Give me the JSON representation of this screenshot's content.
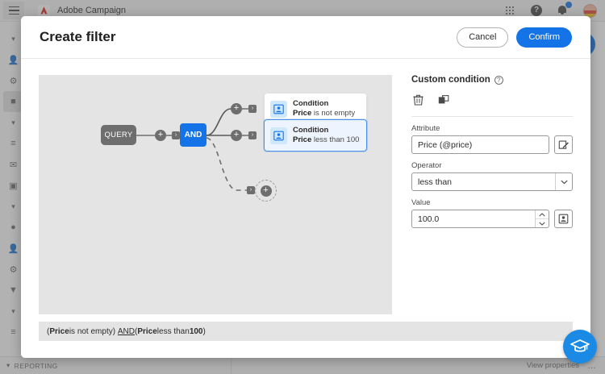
{
  "topbar": {
    "menu_icon": "hamburger-icon",
    "brand_icon": "adobe-logo",
    "app_title": "Adobe Campaign",
    "apps_icon": "grid-apps-icon",
    "help_icon": "help-circle-icon",
    "notifications_icon": "bell-icon",
    "avatar_icon": "user-avatar"
  },
  "bottombar": {
    "left_label": "REPORTING",
    "left_chevron": "chevron-down-icon",
    "view_properties": "View properties",
    "more": "…"
  },
  "modal": {
    "title": "Create filter",
    "cancel_label": "Cancel",
    "confirm_label": "Confirm",
    "summary_parts": {
      "open1": "(",
      "field1": "Price",
      "op1": " is not empty)",
      "conj": "AND",
      "open2": " (",
      "field2": "Price",
      "op2": " less than ",
      "value2": "100",
      "close2": ")"
    }
  },
  "canvas": {
    "query_node": "QUERY",
    "and_node": "AND",
    "add_icon": "plus-icon",
    "arrow_icon": "chevron-right-icon",
    "ghost_add_icon": "plus-icon",
    "conditions": [
      {
        "icon": "condition-person-icon",
        "title": "Condition",
        "field": "Price",
        "expression": " is not empty",
        "selected": false
      },
      {
        "icon": "condition-person-icon",
        "title": "Condition",
        "field": "Price",
        "expression": " less than 100",
        "selected": true
      }
    ]
  },
  "panel": {
    "title": "Custom condition",
    "info_icon": "info-circle-icon",
    "delete_icon": "trash-icon",
    "duplicate_icon": "duplicate-icon",
    "attribute": {
      "label": "Attribute",
      "value": "Price (@price)",
      "edit_icon": "edit-pencil-icon"
    },
    "operator": {
      "label": "Operator",
      "value": "less than",
      "chevron_icon": "chevron-down-icon"
    },
    "value": {
      "label": "Value",
      "value": "100.0",
      "up_icon": "chevron-up-icon",
      "down_icon": "chevron-down-icon",
      "picker_icon": "value-picker-icon"
    }
  },
  "fab": {
    "icon": "graduation-cap-icon"
  },
  "colors": {
    "accent_blue": "#1473e6",
    "node_gray": "#6e6e6e",
    "canvas_bg": "#e4e4e4",
    "selected_card_bg": "#eef4fd",
    "selected_card_border": "#4a90e8",
    "condition_icon_bg": "#cfe8fb"
  }
}
